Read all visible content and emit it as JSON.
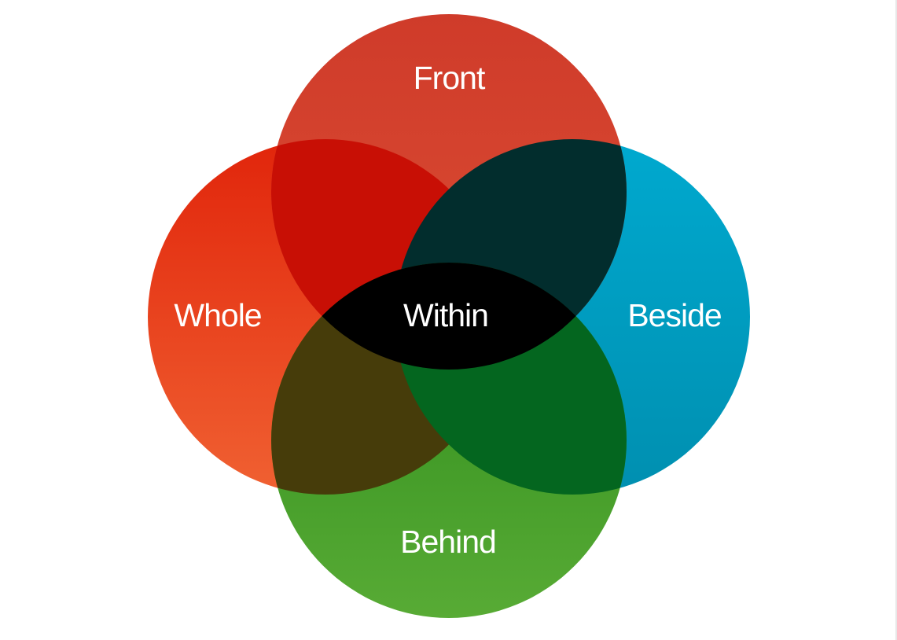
{
  "diagram": {
    "sets": [
      {
        "id": "front",
        "label": "Front",
        "color_top": "#cf3b2a",
        "color_bottom": "#dc4e34"
      },
      {
        "id": "whole",
        "label": "Whole",
        "color_top": "#e1250b",
        "color_bottom": "#f06132"
      },
      {
        "id": "beside",
        "label": "Beside",
        "color_top": "#00a9cf",
        "color_bottom": "#008fb0"
      },
      {
        "id": "behind",
        "label": "Behind",
        "color_top": "#2b8a1a",
        "color_bottom": "#58ab35"
      }
    ],
    "center_label": "Within",
    "overlap_colors": {
      "front_whole": "#c80f05",
      "front_beside": "#022d2d",
      "whole_behind": "#463c0a",
      "beside_behind": "#04661f",
      "center": "#000000"
    }
  }
}
